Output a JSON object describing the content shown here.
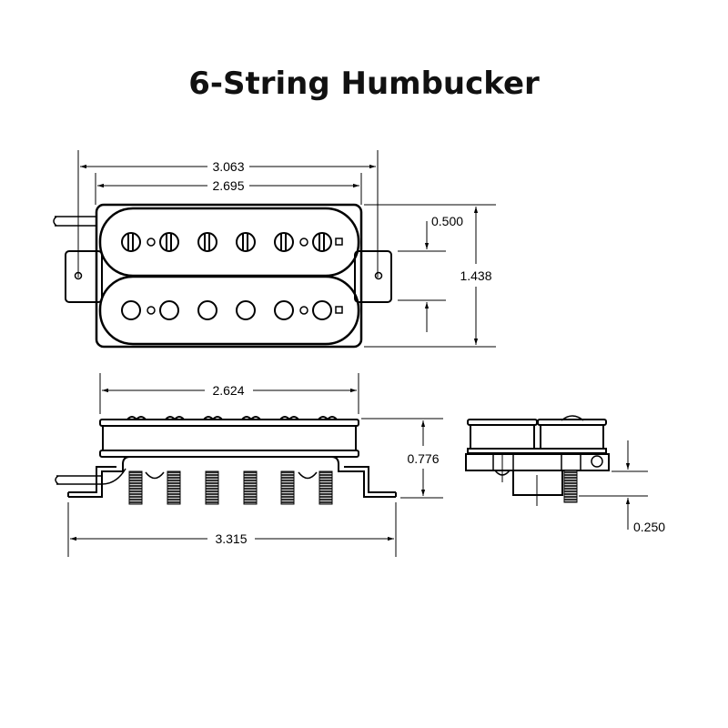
{
  "title": "6-String Humbucker",
  "colors": {
    "line": "#000000",
    "background": "#ffffff"
  },
  "top_view": {
    "dimensions": {
      "overall_width": "3.063",
      "cover_width": "2.695",
      "coil_spacing": "0.500",
      "overall_height": "1.438"
    },
    "pole_count_per_coil": 6
  },
  "side_view": {
    "dimensions": {
      "cover_length": "2.624",
      "height": "0.776",
      "base_length": "3.315"
    }
  },
  "end_view": {
    "dimensions": {
      "pole_protrusion": "0.250"
    }
  }
}
